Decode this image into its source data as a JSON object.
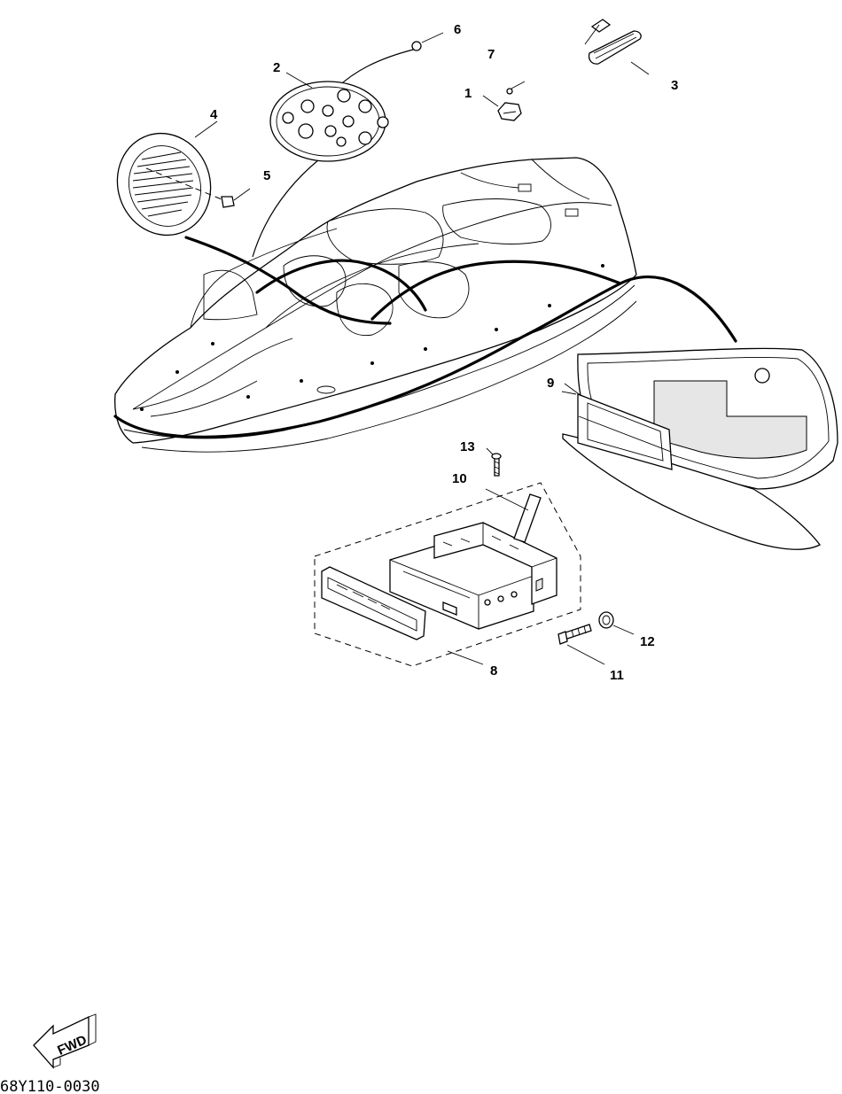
{
  "diagram": {
    "drawing_code": "68Y110-0030",
    "fwd_label": "FWD",
    "callouts": [
      {
        "id": "c1",
        "label": "1"
      },
      {
        "id": "c2",
        "label": "2"
      },
      {
        "id": "c3",
        "label": "3"
      },
      {
        "id": "c4",
        "label": "4"
      },
      {
        "id": "c5",
        "label": "5"
      },
      {
        "id": "c6",
        "label": "6"
      },
      {
        "id": "c7",
        "label": "7"
      },
      {
        "id": "c8",
        "label": "8"
      },
      {
        "id": "c9",
        "label": "9"
      },
      {
        "id": "c10",
        "label": "10"
      },
      {
        "id": "c11",
        "label": "11"
      },
      {
        "id": "c12",
        "label": "12"
      },
      {
        "id": "c13",
        "label": "13"
      }
    ]
  }
}
